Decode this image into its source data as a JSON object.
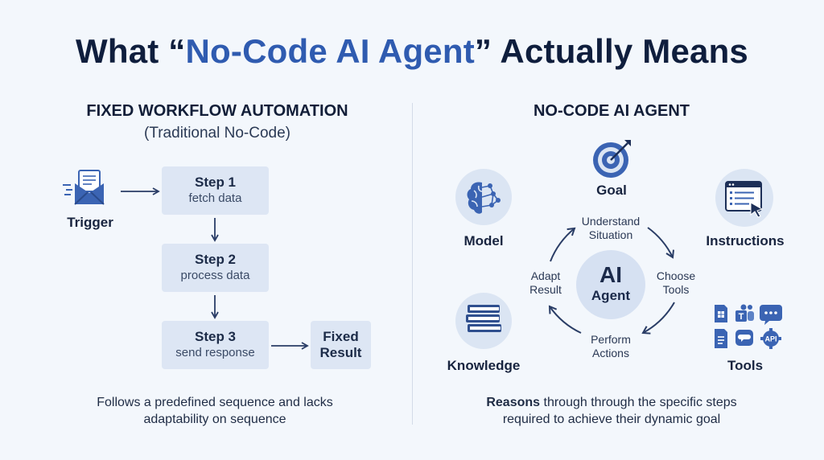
{
  "title": {
    "before": "What “",
    "accent": "No-Code AI Agent",
    "after": "” Actually Means"
  },
  "left": {
    "heading": "FIXED WORKFLOW AUTOMATION",
    "subheading": "(Traditional No-Code)",
    "trigger_label": "Trigger",
    "steps": [
      {
        "title": "Step 1",
        "desc": "fetch data"
      },
      {
        "title": "Step 2",
        "desc": "process data"
      },
      {
        "title": "Step 3",
        "desc": "send response"
      }
    ],
    "result_line1": "Fixed",
    "result_line2": "Result",
    "caption_line1": "Follows a predefined sequence and lacks",
    "caption_line2": "adaptability on sequence"
  },
  "right": {
    "heading": "NO-CODE AI AGENT",
    "center_line1": "AI",
    "center_line2": "Agent",
    "goal": "Goal",
    "model": "Model",
    "instructions": "Instructions",
    "knowledge": "Knowledge",
    "tools": "Tools",
    "cycle": {
      "understand_1": "Understand",
      "understand_2": "Situation",
      "choose_1": "Choose",
      "choose_2": "Tools",
      "perform_1": "Perform",
      "perform_2": "Actions",
      "adapt_1": "Adapt",
      "adapt_2": "Result"
    },
    "tool_api": "API",
    "caption_bold": "Reasons",
    "caption_rest": " through through the specific steps",
    "caption_line2": "required to achieve their dynamic goal"
  },
  "icons": {
    "trigger": "mail-icon",
    "goal": "target-icon",
    "model": "brain-icon",
    "instructions": "browser-window-icon",
    "knowledge": "books-icon",
    "tools": "app-icons"
  },
  "colors": {
    "accent": "#2f5bb0",
    "navy": "#0f1e3d",
    "box": "#dde6f4",
    "icon_blue": "#3b64b3",
    "background": "#f3f7fc"
  }
}
